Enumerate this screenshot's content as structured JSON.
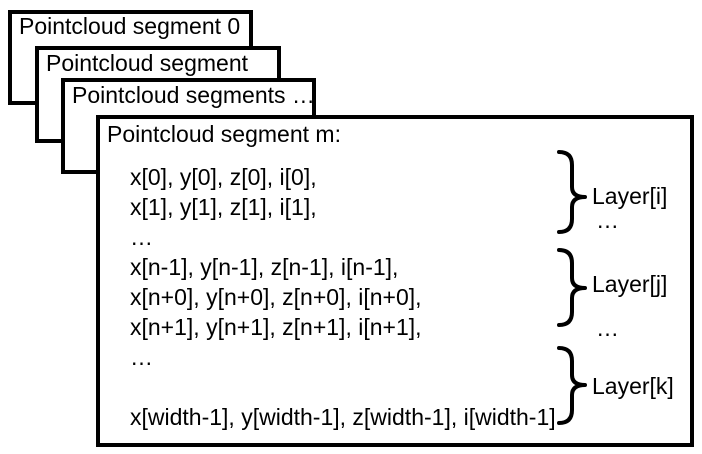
{
  "colors": {
    "background": "#ffffff",
    "border": "#000000",
    "text": "#000000"
  },
  "stack": {
    "boxes": [
      {
        "title": "Pointcloud segment 0"
      },
      {
        "title": "Pointcloud segment"
      },
      {
        "title": "Pointcloud segments …"
      }
    ]
  },
  "main": {
    "title": "Pointcloud segment m:",
    "lines": [
      "x[0], y[0], z[0], i[0],",
      "x[1], y[1], z[1], i[1],",
      "…",
      "x[n-1], y[n-1], z[n-1], i[n-1],",
      "x[n+0], y[n+0], z[n+0], i[n+0],",
      "x[n+1], y[n+1], z[n+1], i[n+1],",
      "…",
      "",
      "x[width-1], y[width-1], z[width-1], i[width-1]"
    ],
    "layers": [
      {
        "label": "Layer[i]",
        "more": "…"
      },
      {
        "label": "Layer[j]",
        "more": "…"
      },
      {
        "label": "Layer[k]",
        "more": ""
      }
    ]
  }
}
